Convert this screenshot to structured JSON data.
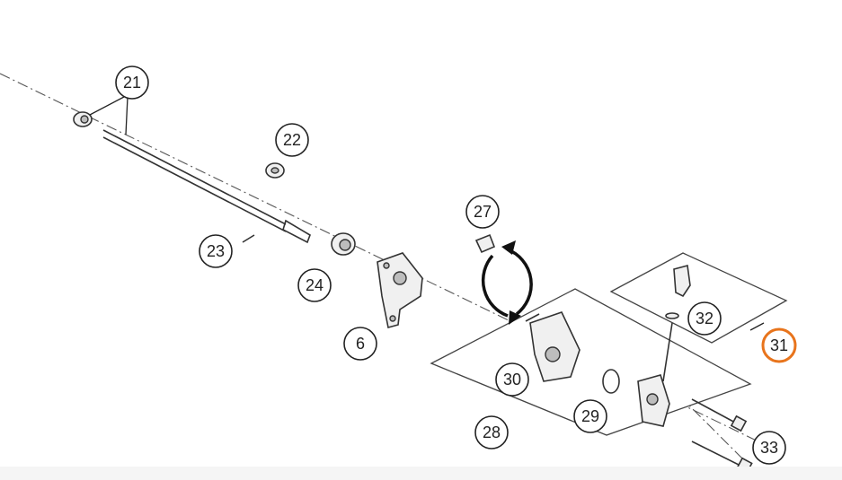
{
  "diagram": {
    "highlight_color": "#e8741c",
    "callouts": [
      {
        "id": "21",
        "label": "21"
      },
      {
        "id": "22",
        "label": "22"
      },
      {
        "id": "23",
        "label": "23"
      },
      {
        "id": "24",
        "label": "24"
      },
      {
        "id": "6",
        "label": "6"
      },
      {
        "id": "27",
        "label": "27"
      },
      {
        "id": "32",
        "label": "32"
      },
      {
        "id": "31",
        "label": "31",
        "highlighted": true
      },
      {
        "id": "30",
        "label": "30"
      },
      {
        "id": "29",
        "label": "29"
      },
      {
        "id": "28",
        "label": "28"
      },
      {
        "id": "33",
        "label": "33"
      }
    ]
  }
}
